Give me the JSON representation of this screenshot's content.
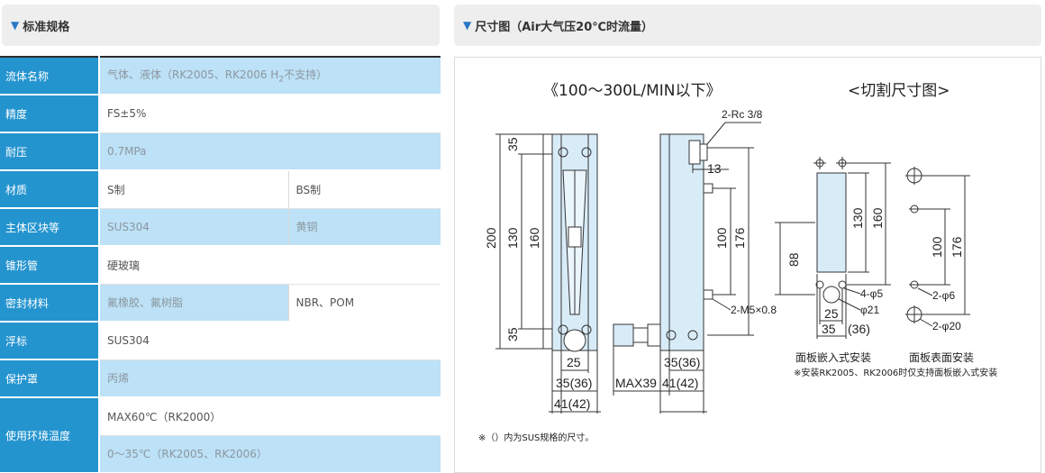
{
  "left_panel": {
    "title": "标准规格",
    "rows": [
      {
        "label": "流体名称",
        "value_prefix": "气体、液体（RK2005、RK2006 H",
        "value_sub": "2",
        "value_suffix": "不支持）"
      },
      {
        "label": "精度",
        "value": "FS±5%"
      },
      {
        "label": "耐压",
        "value": "0.7MPa"
      },
      {
        "label": "材质",
        "value": "S制",
        "value2": "BS制"
      },
      {
        "label": "主体区块等",
        "value": "SUS304",
        "value2": "黄铜"
      },
      {
        "label": "锥形管",
        "value": "硬玻璃"
      },
      {
        "label": "密封材料",
        "value": "氟橡胶、氟树脂",
        "value2": "NBR、POM"
      },
      {
        "label": "浮标",
        "value": "SUS304"
      },
      {
        "label": "保护罩",
        "value": "丙烯"
      },
      {
        "label": "使用环境温度",
        "value": "MAX60℃（RK2000）",
        "value2": "0～35℃（RK2005、RK2006）"
      }
    ]
  },
  "right_panel": {
    "title": "尺寸图（Air大气压20℃时流量）",
    "drawing": {
      "title_main": "《100～300L/MIN以下》",
      "title_cut": "<切割尺寸图>",
      "dims": {
        "d35": "35",
        "d130": "130",
        "d160": "160",
        "d200": "200",
        "d25": "25",
        "d35_36": "35(36)",
        "d41_42": "41(42)",
        "max39": "MAX39",
        "rc": "2-Rc 3/8",
        "d13": "13",
        "d100": "100",
        "d176": "176",
        "m5": "2-M5×0.8",
        "d88": "88",
        "phi5": "4-φ5",
        "phi21": "φ21",
        "d36": "(36)",
        "phi6": "2-φ6",
        "phi20": "2-φ20"
      },
      "caption_embed": "面板嵌入式安装",
      "caption_surface": "面板表面安装",
      "note_install": "※安装RK2005、RK2006时仅支持面板嵌入式安装",
      "note_sus": "※（）内为SUS规格的尺寸。"
    }
  }
}
